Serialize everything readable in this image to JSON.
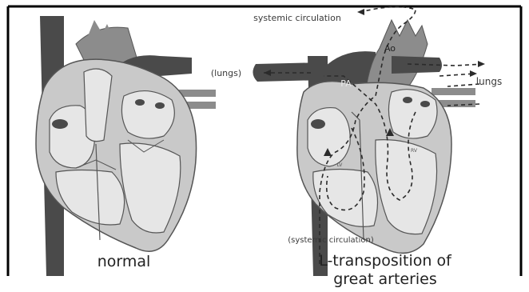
{
  "labels": {
    "normal_caption": "normal",
    "ltga_caption_line1": "L-transposition of",
    "ltga_caption_line2": "great arteries",
    "systemic_top": "systemic circulation",
    "lungs_left": "(lungs)",
    "lungs_right": "lungs",
    "systemic_bottom": "(systemic circulation)",
    "aorta": "Ao",
    "pulmonary_artery": "PA",
    "ventricle_mark_1": "LV",
    "ventricle_mark_2": "RV"
  },
  "colors": {
    "dark_vessel": "#4a4a4a",
    "mid_vessel": "#8c8c8c",
    "light_vessel": "#b5b5b5",
    "myocardium": "#c9c9c9",
    "chamber": "#e6e6e6",
    "outline": "#555555"
  }
}
